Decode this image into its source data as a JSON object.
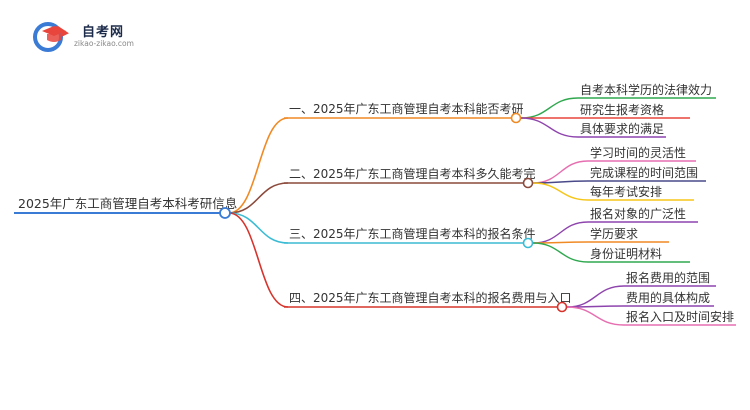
{
  "brand": {
    "name": "自考网",
    "domain": "zikao-zikao.com"
  },
  "root": {
    "label": "2025年广东工商管理自考本科考研信息",
    "color": "#3a7bd5"
  },
  "branches": [
    {
      "label": "一、2025年广东工商管理自考本科能否考研",
      "color": "#f08a24",
      "children": [
        {
          "label": "自考本科学历的法律效力",
          "color": "#2fa84f"
        },
        {
          "label": "研究生报考资格",
          "color": "#e8453c"
        },
        {
          "label": "具体要求的满足",
          "color": "#8e44ad"
        }
      ]
    },
    {
      "label": "二、2025年广东工商管理自考本科多久能考完",
      "color": "#8b4a3c",
      "children": [
        {
          "label": "学习时间的灵活性",
          "color": "#e66fb0"
        },
        {
          "label": "完成课程的时间范围",
          "color": "#4a4a8a"
        },
        {
          "label": "每年考试安排",
          "color": "#f5c518"
        }
      ]
    },
    {
      "label": "三、2025年广东工商管理自考本科的报名条件",
      "color": "#3bbcd4",
      "children": [
        {
          "label": "报名对象的广泛性",
          "color": "#8e44ad"
        },
        {
          "label": "学历要求",
          "color": "#f08a24"
        },
        {
          "label": "身份证明材料",
          "color": "#2fa84f"
        }
      ]
    },
    {
      "label": "四、2025年广东工商管理自考本科的报名费用与入口",
      "color": "#d6342c",
      "children": [
        {
          "label": "报名费用的范围",
          "color": "#8e44ad"
        },
        {
          "label": "费用的具体构成",
          "color": "#8e44ad"
        },
        {
          "label": "报名入口及时间安排",
          "color": "#e66fb0"
        }
      ]
    }
  ]
}
